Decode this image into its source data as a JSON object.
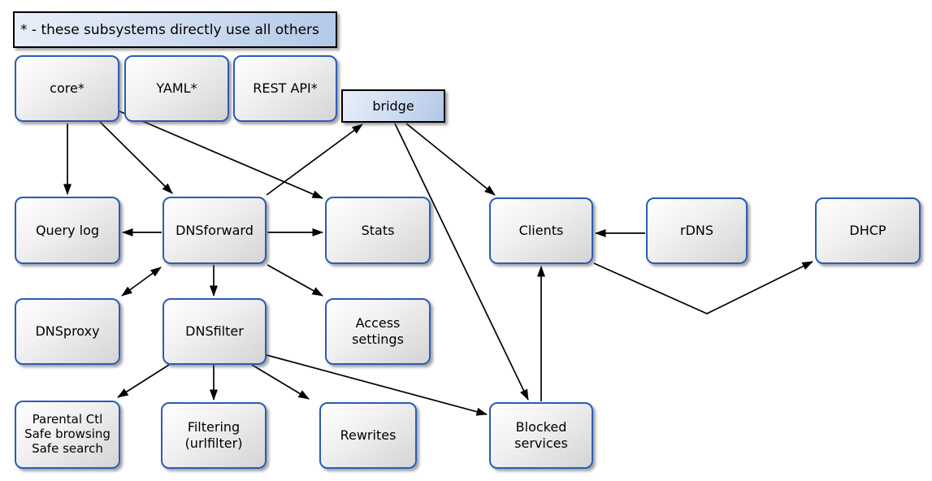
{
  "legend": {
    "text": "* - these subsystems directly use all others"
  },
  "nodes": {
    "core": {
      "label": "core*"
    },
    "yaml": {
      "label": "YAML*"
    },
    "restapi": {
      "label": "REST API*"
    },
    "bridge": {
      "label": "bridge"
    },
    "querylog": {
      "label": "Query log"
    },
    "dnsforward": {
      "label": "DNSforward"
    },
    "stats": {
      "label": "Stats"
    },
    "clients": {
      "label": "Clients"
    },
    "rdns": {
      "label": "rDNS"
    },
    "dhcp": {
      "label": "DHCP"
    },
    "dnsproxy": {
      "label": "DNSproxy"
    },
    "dnsfilter": {
      "label": "DNSfilter"
    },
    "access": {
      "lines": [
        "Access",
        "settings"
      ]
    },
    "parental": {
      "lines": [
        "Parental Ctl",
        "Safe browsing",
        "Safe search"
      ]
    },
    "filtering": {
      "lines": [
        "Filtering",
        "(urlfilter)"
      ]
    },
    "rewrites": {
      "label": "Rewrites"
    },
    "blocked": {
      "lines": [
        "Blocked",
        "services"
      ]
    }
  },
  "edges": [
    {
      "from": "core",
      "to": "querylog",
      "style": "arrow"
    },
    {
      "from": "core",
      "to": "dnsforward",
      "style": "arrow"
    },
    {
      "from": "core",
      "to": "stats",
      "style": "arrow"
    },
    {
      "from": "dnsforward",
      "to": "bridge",
      "style": "arrow"
    },
    {
      "from": "dnsforward",
      "to": "querylog",
      "style": "arrow"
    },
    {
      "from": "dnsforward",
      "to": "stats",
      "style": "arrow"
    },
    {
      "from": "dnsforward",
      "to": "dnsproxy",
      "style": "double-arrow"
    },
    {
      "from": "dnsforward",
      "to": "dnsfilter",
      "style": "arrow"
    },
    {
      "from": "dnsforward",
      "to": "access",
      "style": "arrow"
    },
    {
      "from": "bridge",
      "to": "clients",
      "style": "arrow"
    },
    {
      "from": "bridge",
      "to": "blocked",
      "style": "arrow"
    },
    {
      "from": "rdns",
      "to": "clients",
      "style": "arrow"
    },
    {
      "from": "blocked",
      "to": "clients",
      "style": "arrow"
    },
    {
      "from": "clients",
      "to": "dhcp",
      "style": "arrow"
    },
    {
      "from": "dnsfilter",
      "to": "parental",
      "style": "arrow"
    },
    {
      "from": "dnsfilter",
      "to": "filtering",
      "style": "arrow"
    },
    {
      "from": "dnsfilter",
      "to": "rewrites",
      "style": "arrow"
    },
    {
      "from": "dnsfilter",
      "to": "blocked",
      "style": "arrow"
    }
  ],
  "colors": {
    "node_border": "#2b5bb7",
    "node_fill_light": "#ffffff",
    "node_fill_dark": "#d4d4d4",
    "blue_fill_light": "#e9eff9",
    "blue_fill_dark": "#b2c8e8",
    "edge": "#000000"
  }
}
